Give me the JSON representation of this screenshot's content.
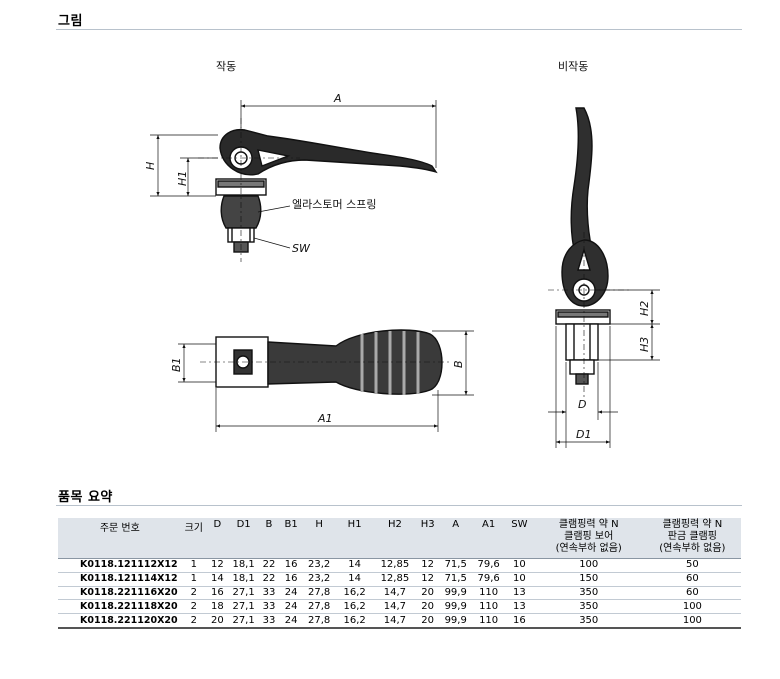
{
  "sections": {
    "figure_title": "그림",
    "summary_title": "품목 요약"
  },
  "figure": {
    "label_active": "작동",
    "label_inactive": "비작동",
    "spring_label": "엘라스토머 스프링",
    "dims": {
      "A": "A",
      "H": "H",
      "H1": "H1",
      "SW": "SW",
      "B": "B",
      "B1": "B1",
      "A1": "A1",
      "H2": "H2",
      "H3": "H3",
      "D": "D",
      "D1": "D1"
    }
  },
  "table": {
    "headers": {
      "order_no": "주문 번호",
      "size": "크기",
      "d": "D",
      "d1": "D1",
      "b": "B",
      "b1": "B1",
      "h": "H",
      "h1": "H1",
      "h2": "H2",
      "h3": "H3",
      "a": "A",
      "a1": "A1",
      "sw": "SW",
      "force_bore_l1": "클램핑력 약 N",
      "force_bore_l2": "클램핑 보어",
      "force_bore_l3": "(연속부하 없음)",
      "force_plate_l1": "클램핑력 약 N",
      "force_plate_l2": "판금 클램핑",
      "force_plate_l3": "(연속부하 없음)"
    },
    "rows": [
      {
        "code": "K0118.121112X12",
        "size": "1",
        "d": "12",
        "d1": "18,1",
        "b": "22",
        "b1": "16",
        "h": "23,2",
        "h1": "14",
        "h2": "12,85",
        "h3": "12",
        "a": "71,5",
        "a1": "79,6",
        "sw": "10",
        "fbore": "100",
        "fplate": "50"
      },
      {
        "code": "K0118.121114X12",
        "size": "1",
        "d": "14",
        "d1": "18,1",
        "b": "22",
        "b1": "16",
        "h": "23,2",
        "h1": "14",
        "h2": "12,85",
        "h3": "12",
        "a": "71,5",
        "a1": "79,6",
        "sw": "10",
        "fbore": "150",
        "fplate": "60"
      },
      {
        "code": "K0118.221116X20",
        "size": "2",
        "d": "16",
        "d1": "27,1",
        "b": "33",
        "b1": "24",
        "h": "27,8",
        "h1": "16,2",
        "h2": "14,7",
        "h3": "20",
        "a": "99,9",
        "a1": "110",
        "sw": "13",
        "fbore": "350",
        "fplate": "60"
      },
      {
        "code": "K0118.221118X20",
        "size": "2",
        "d": "18",
        "d1": "27,1",
        "b": "33",
        "b1": "24",
        "h": "27,8",
        "h1": "16,2",
        "h2": "14,7",
        "h3": "20",
        "a": "99,9",
        "a1": "110",
        "sw": "13",
        "fbore": "350",
        "fplate": "100"
      },
      {
        "code": "K0118.221120X20",
        "size": "2",
        "d": "20",
        "d1": "27,1",
        "b": "33",
        "b1": "24",
        "h": "27,8",
        "h1": "16,2",
        "h2": "14,7",
        "h3": "20",
        "a": "99,9",
        "a1": "110",
        "sw": "16",
        "fbore": "350",
        "fplate": "100"
      }
    ]
  }
}
